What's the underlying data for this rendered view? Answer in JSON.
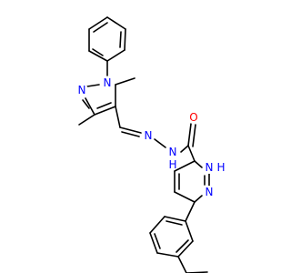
{
  "molecule": {
    "colors": {
      "bond": "#000000",
      "nitrogen": "#0000ff",
      "oxygen": "#ff0000",
      "background": "#ffffff"
    },
    "atom_labels": {
      "n1": "N",
      "n2": "N",
      "n_hydrazone_1": "N",
      "n_hydrazone_2": "N",
      "nh_amide_h": "H",
      "o_carbonyl": "O",
      "n_pyrazole_h": "N",
      "h_pyrazole": "H",
      "n_pyrazole_2": "N"
    }
  }
}
